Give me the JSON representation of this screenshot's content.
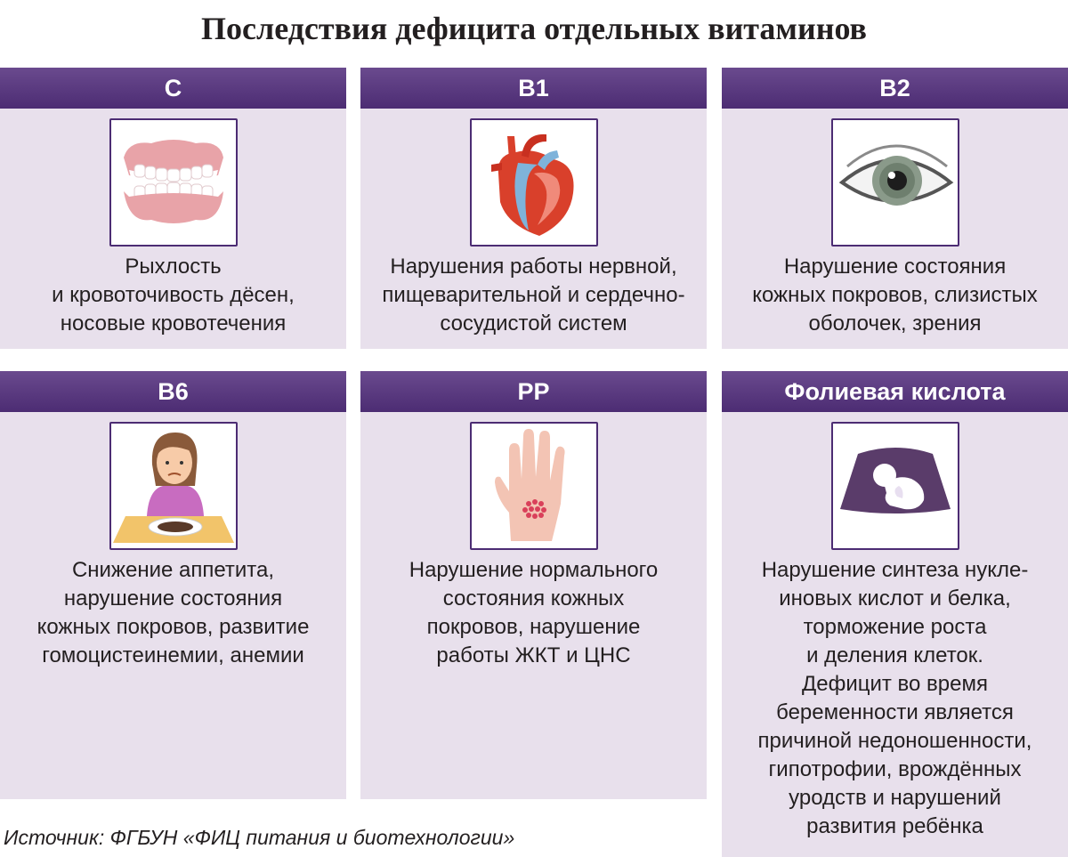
{
  "title": "Последствия дефицита отдельных витаминов",
  "cards": [
    {
      "vitamin": "C",
      "icon": "gums-teeth-icon",
      "text": "Рыхлость\nи кровоточивость дёсен,\nносовые кровотечения"
    },
    {
      "vitamin": "B1",
      "icon": "heart-icon",
      "text": "Нарушения работы нервной,\nпищеварительной и сердечно-\nсосудистой систем"
    },
    {
      "vitamin": "B2",
      "icon": "eye-icon",
      "text": "Нарушение состояния\nкожных покровов, слизистых\nоболочек, зрения"
    },
    {
      "vitamin": "B6",
      "icon": "girl-no-appetite-icon",
      "text": "Снижение аппетита,\nнарушение состояния\nкожных покровов, развитие\nгомоцистеинемии, анемии"
    },
    {
      "vitamin": "PP",
      "icon": "hand-rash-icon",
      "text": "Нарушение нормального\nсостояния кожных\nпокровов, нарушение\nработы ЖКТ и ЦНС"
    },
    {
      "vitamin": "Фолиевая кислота",
      "icon": "fetus-ultrasound-icon",
      "text": "Нарушение синтеза нукле-\nиновых кислот и белка,\nторможение роста\nи деления клеток.\nДефицит во время\nбеременности является\nпричиной недоношенности,\nгипотрофии, врождённых\nуродств и нарушений\nразвития ребёнка"
    }
  ],
  "source": "Источник: ФГБУН «ФИЦ питания и биотехнологии»",
  "colors": {
    "header": "#4c2c73",
    "card_bg": "#e8e0ec",
    "text": "#231f20"
  }
}
